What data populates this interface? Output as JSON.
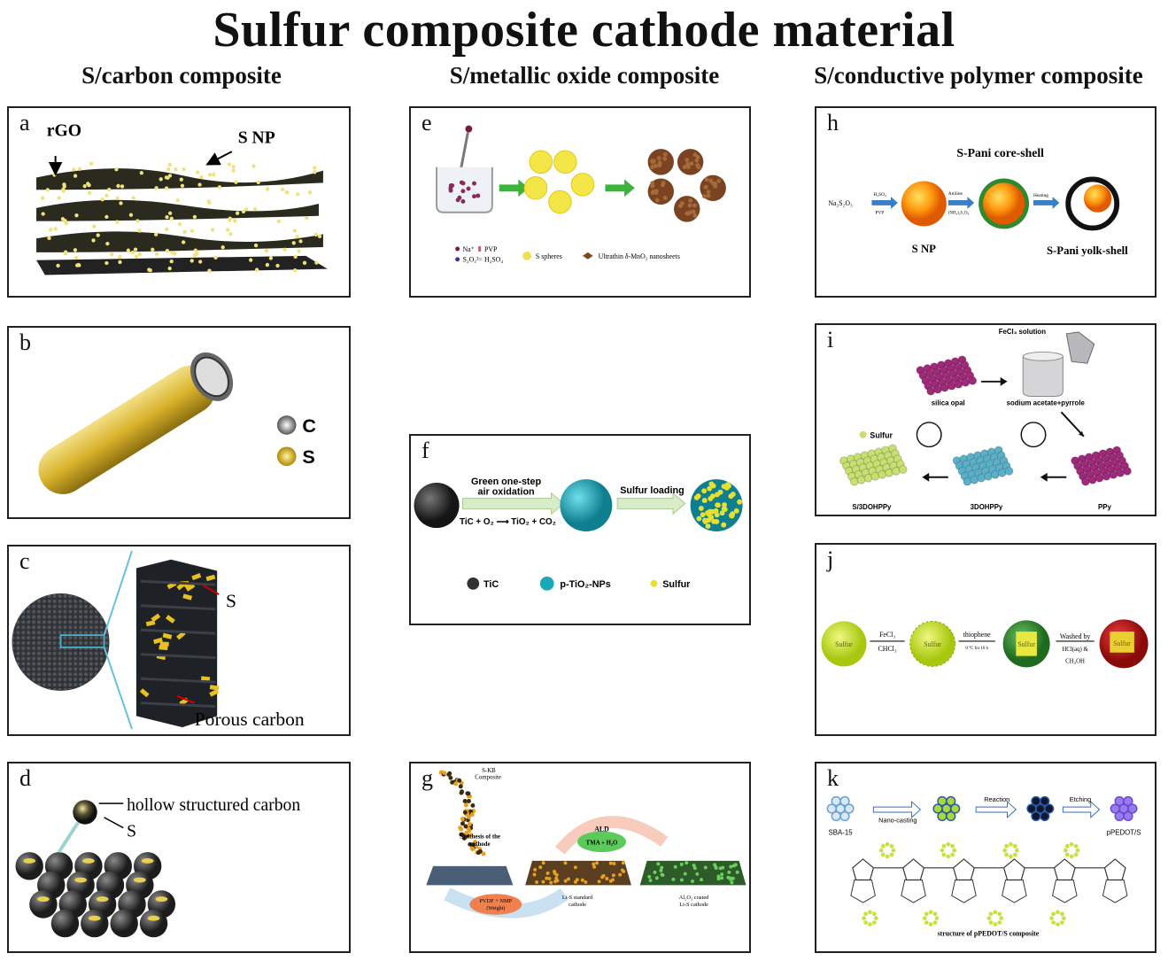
{
  "title": "Sulfur composite cathode material",
  "columns": {
    "carbon": "S/carbon composite",
    "oxide": "S/metallic oxide composite",
    "polymer": "S/conductive polymer composite"
  },
  "panels": {
    "a": {
      "label": "a",
      "rgo": "rGO",
      "snp": "S NP"
    },
    "b": {
      "label": "b",
      "c": "C",
      "s": "S"
    },
    "c": {
      "label": "c",
      "s": "S",
      "porous": "Porous carbon"
    },
    "d": {
      "label": "d",
      "hollow": "hollow structured carbon",
      "s": "S"
    },
    "e": {
      "label": "e",
      "legend_na": "Na⁺",
      "legend_pvp": "PVP",
      "legend_s2o3": "S₂O₃²⁻",
      "legend_h2so4": "H₂SO₄",
      "legend_spheres": "S spheres",
      "legend_mno2": "Ultrathin δ-MnO₂ nanosheets"
    },
    "f": {
      "label": "f",
      "step1": "Green one-step",
      "step1b": "air oxidation",
      "reaction": "TiC + O₂ ⟶ TiO₂ + CO₂",
      "step2": "Sulfur loading",
      "legend_tic": "TiC",
      "legend_tio2": "p-TiO₂-NPs",
      "legend_sulfur": "Sulfur"
    },
    "g": {
      "label": "g",
      "skb": "S-KB",
      "composite": "Composite",
      "synthesis": "Synthesis of the",
      "cathode": "cathode",
      "ald": "ALD",
      "tma": "TMA + H₂O",
      "pvdf": "PVDF + NMP",
      "ratio": "(Weight)",
      "std1": "Li-S standard",
      "std2": "cathode",
      "coat1": "Al₂O₃ coated",
      "coat2": "Li-S cathode"
    },
    "h": {
      "label": "h",
      "coreshell": "S-Pani core-shell",
      "na2s2o3": "Na₂S₂O₃",
      "h2so4": "H₂SO₄",
      "pvp": "PVP",
      "aniline": "Aniline",
      "nh4": "(NH₄)₂S₂O₈",
      "heating": "Heating",
      "snp": "S NP",
      "yolkshell": "S-Pani yolk-shell"
    },
    "i": {
      "label": "i",
      "fecl3": "FeCl₃ solution",
      "silica": "silica opal",
      "sodium": "sodium acetate+pyrrole",
      "sulfur": "Sulfur",
      "s3d": "S/3DOHPPy",
      "d3": "3DOHPPy",
      "ppy": "PPy"
    },
    "j": {
      "label": "j",
      "sulfur1": "Sulfur",
      "fecl3": "FeCl₃",
      "chcl3": "CHCl₃",
      "sulfur2": "Sulfur",
      "thiophene": "thiophene",
      "cond": "0 °C for 10 h",
      "sulfur3": "Sulfur",
      "washed": "Washed by",
      "hcl": "HCl(aq) &",
      "ch3oh": "CH₃OH",
      "sulfur4": "Sulfur"
    },
    "k": {
      "label": "k",
      "sba": "SBA-15",
      "nano": "Nano-casting",
      "reaction": "Reaction",
      "etching": "Etching",
      "ppedot": "pPEDOT/S",
      "structure": "structure of pPEDOT/S composite"
    }
  },
  "colors": {
    "sulfur": "#e8d030",
    "carbon": "#2b2b2b",
    "arrow_green": "#3cb43c",
    "arrow_blue": "#3a7fc6",
    "pani_shell": "#2f8a2f"
  }
}
